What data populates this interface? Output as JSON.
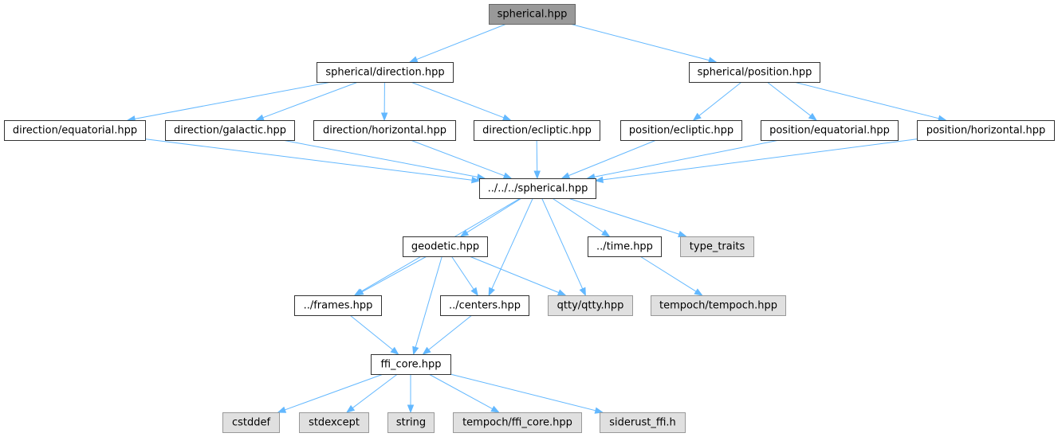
{
  "graph": {
    "title": "spherical.hpp include dependency graph",
    "colors": {
      "edge": "#63b8ff",
      "root_fill": "#999999",
      "local_fill": "#ffffff",
      "external_fill": "#e0e0e0"
    },
    "nodes": [
      {
        "id": "spherical_hpp",
        "label": "spherical.hpp",
        "kind": "root"
      },
      {
        "id": "spherical_direction",
        "label": "spherical/direction.hpp",
        "kind": "local"
      },
      {
        "id": "spherical_position",
        "label": "spherical/position.hpp",
        "kind": "local"
      },
      {
        "id": "direction_equatorial",
        "label": "direction/equatorial.hpp",
        "kind": "local"
      },
      {
        "id": "direction_galactic",
        "label": "direction/galactic.hpp",
        "kind": "local"
      },
      {
        "id": "direction_horizontal",
        "label": "direction/horizontal.hpp",
        "kind": "local"
      },
      {
        "id": "direction_ecliptic",
        "label": "direction/ecliptic.hpp",
        "kind": "local"
      },
      {
        "id": "position_ecliptic",
        "label": "position/ecliptic.hpp",
        "kind": "local"
      },
      {
        "id": "position_equatorial",
        "label": "position/equatorial.hpp",
        "kind": "local"
      },
      {
        "id": "position_horizontal",
        "label": "position/horizontal.hpp",
        "kind": "local"
      },
      {
        "id": "up_spherical",
        "label": "../../../spherical.hpp",
        "kind": "local"
      },
      {
        "id": "geodetic",
        "label": "geodetic.hpp",
        "kind": "local"
      },
      {
        "id": "time",
        "label": "../time.hpp",
        "kind": "local"
      },
      {
        "id": "type_traits",
        "label": "type_traits",
        "kind": "external"
      },
      {
        "id": "frames",
        "label": "../frames.hpp",
        "kind": "local"
      },
      {
        "id": "centers",
        "label": "../centers.hpp",
        "kind": "local"
      },
      {
        "id": "qtty",
        "label": "qtty/qtty.hpp",
        "kind": "external"
      },
      {
        "id": "tempoch",
        "label": "tempoch/tempoch.hpp",
        "kind": "external"
      },
      {
        "id": "ffi_core",
        "label": "ffi_core.hpp",
        "kind": "local"
      },
      {
        "id": "cstddef",
        "label": "cstddef",
        "kind": "external"
      },
      {
        "id": "stdexcept",
        "label": "stdexcept",
        "kind": "external"
      },
      {
        "id": "string",
        "label": "string",
        "kind": "external"
      },
      {
        "id": "tempoch_ffi_core",
        "label": "tempoch/ffi_core.hpp",
        "kind": "external"
      },
      {
        "id": "siderust_ffi",
        "label": "siderust_ffi.h",
        "kind": "external"
      }
    ],
    "edges": [
      {
        "from": "spherical_hpp",
        "to": "spherical_direction"
      },
      {
        "from": "spherical_hpp",
        "to": "spherical_position"
      },
      {
        "from": "spherical_direction",
        "to": "direction_equatorial"
      },
      {
        "from": "spherical_direction",
        "to": "direction_galactic"
      },
      {
        "from": "spherical_direction",
        "to": "direction_horizontal"
      },
      {
        "from": "spherical_direction",
        "to": "direction_ecliptic"
      },
      {
        "from": "spherical_position",
        "to": "position_ecliptic"
      },
      {
        "from": "spherical_position",
        "to": "position_equatorial"
      },
      {
        "from": "spherical_position",
        "to": "position_horizontal"
      },
      {
        "from": "direction_equatorial",
        "to": "up_spherical"
      },
      {
        "from": "direction_galactic",
        "to": "up_spherical"
      },
      {
        "from": "direction_horizontal",
        "to": "up_spherical"
      },
      {
        "from": "direction_ecliptic",
        "to": "up_spherical"
      },
      {
        "from": "position_ecliptic",
        "to": "up_spherical"
      },
      {
        "from": "position_equatorial",
        "to": "up_spherical"
      },
      {
        "from": "position_horizontal",
        "to": "up_spherical"
      },
      {
        "from": "up_spherical",
        "to": "frames"
      },
      {
        "from": "up_spherical",
        "to": "geodetic"
      },
      {
        "from": "up_spherical",
        "to": "centers"
      },
      {
        "from": "up_spherical",
        "to": "qtty"
      },
      {
        "from": "up_spherical",
        "to": "time"
      },
      {
        "from": "up_spherical",
        "to": "type_traits"
      },
      {
        "from": "geodetic",
        "to": "frames"
      },
      {
        "from": "geodetic",
        "to": "centers"
      },
      {
        "from": "geodetic",
        "to": "qtty"
      },
      {
        "from": "geodetic",
        "to": "ffi_core"
      },
      {
        "from": "time",
        "to": "tempoch"
      },
      {
        "from": "frames",
        "to": "ffi_core"
      },
      {
        "from": "centers",
        "to": "ffi_core"
      },
      {
        "from": "ffi_core",
        "to": "cstddef"
      },
      {
        "from": "ffi_core",
        "to": "stdexcept"
      },
      {
        "from": "ffi_core",
        "to": "string"
      },
      {
        "from": "ffi_core",
        "to": "tempoch_ffi_core"
      },
      {
        "from": "ffi_core",
        "to": "siderust_ffi"
      }
    ]
  }
}
